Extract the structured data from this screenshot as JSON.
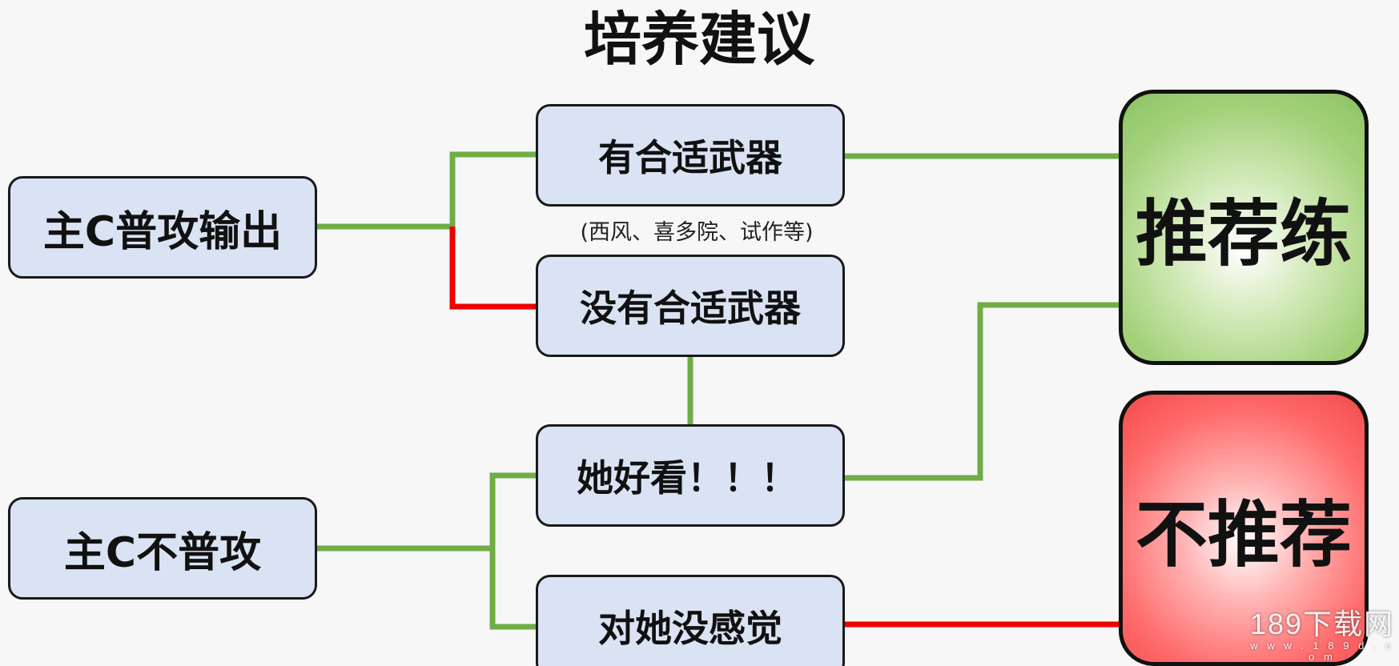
{
  "title": "培养建议",
  "nodes": {
    "main_c_normal_attack": "主C普攻输出",
    "main_c_no_normal_attack": "主C不普攻",
    "has_weapon": "有合适武器",
    "weapon_note": "(西风、喜多院、试作等)",
    "no_weapon": "没有合适武器",
    "she_is_pretty": "她好看！！！",
    "no_feeling": "对她没感觉"
  },
  "results": {
    "recommend": "推荐练",
    "not_recommend": "不推荐"
  },
  "colors": {
    "green_line": "#70ad47",
    "red_line": "#ee0000",
    "node_fill": "#dae3f3"
  },
  "watermark": {
    "main": "189下载网",
    "sub": "w w w . 1 8 9 d . c o m"
  }
}
